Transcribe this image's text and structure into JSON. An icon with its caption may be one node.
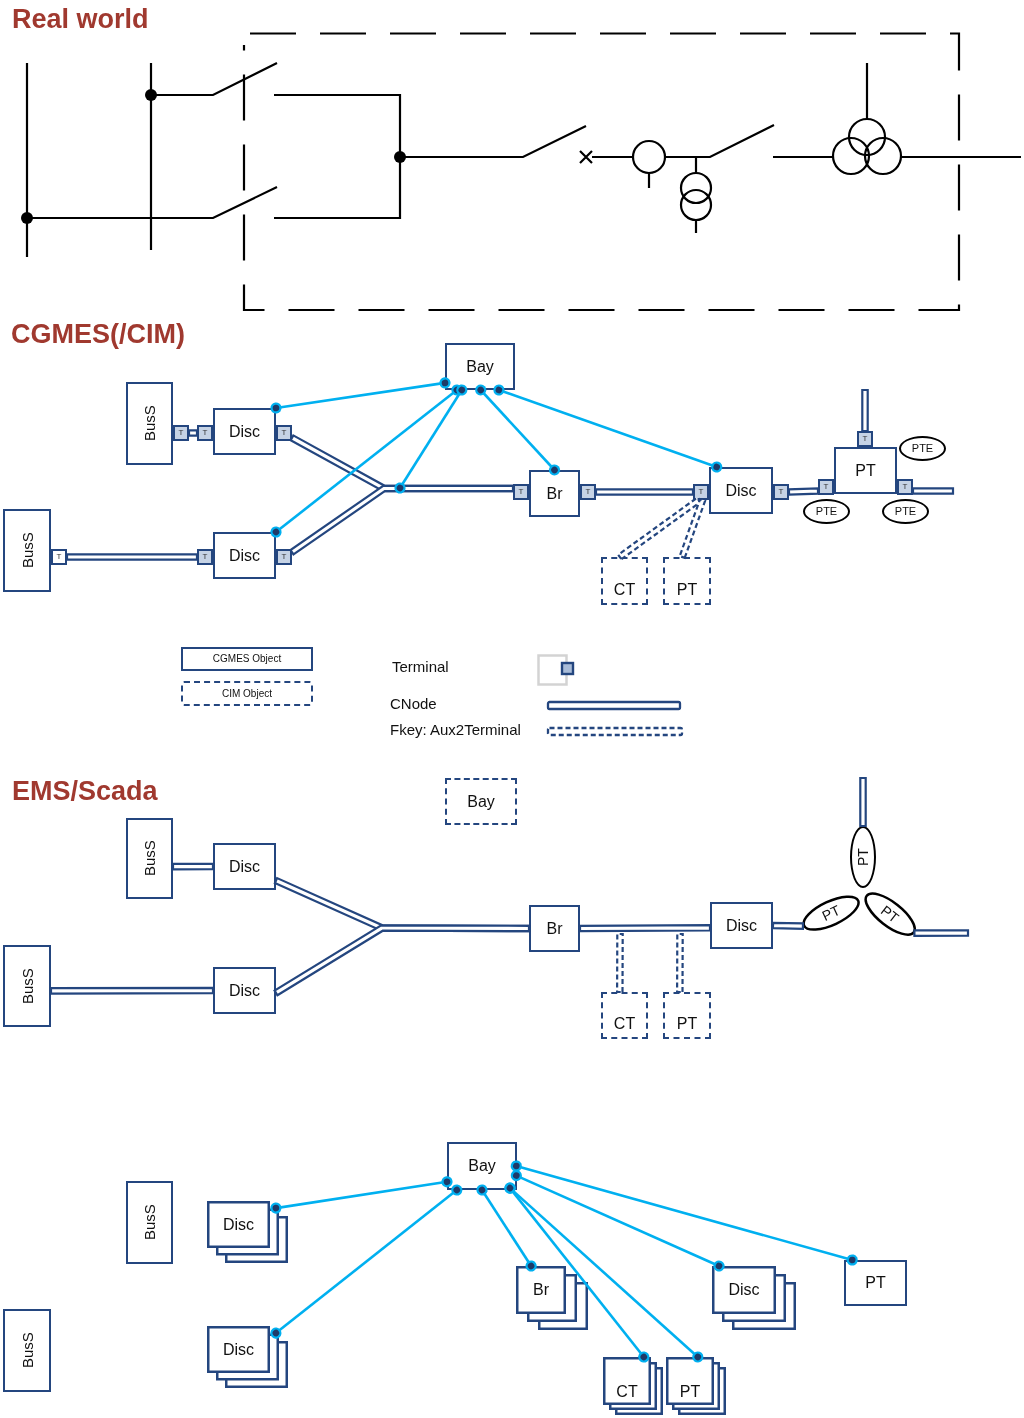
{
  "diagram": {
    "nodes": [
      {
        "text": [
          "Bay"
        ]
      },
      {
        "text": [
          "BusS"
        ]
      },
      {
        "text": [
          "T"
        ]
      },
      {
        "text": [
          "T"
        ]
      },
      {
        "text": [
          "Disc"
        ]
      },
      {
        "text": [
          "T"
        ]
      },
      {
        "text": [
          "BusS"
        ]
      },
      {
        "text": [
          "T"
        ]
      },
      {
        "text": [
          "T"
        ]
      },
      {
        "text": [
          "Disc"
        ]
      },
      {
        "text": [
          "T"
        ]
      },
      {
        "text": [
          "Br"
        ]
      },
      {
        "text": [
          "T"
        ]
      },
      {
        "text": [
          "T"
        ]
      },
      {
        "text": [
          "Disc"
        ]
      },
      {
        "text": [
          "T"
        ]
      },
      {
        "text": [
          "T"
        ]
      },
      {
        "text": [
          "PT"
        ]
      },
      {
        "text": [
          "T"
        ]
      },
      {
        "text": [
          "T"
        ]
      },
      {
        "text": [
          "T"
        ]
      },
      {
        "text": [
          "PTE"
        ]
      },
      {
        "text": [
          "PTE"
        ]
      },
      {
        "text": [
          "PTE"
        ]
      },
      {
        "text": [
          "CT"
        ]
      },
      {
        "text": [
          "PT"
        ]
      },
      {
        "text": [
          "Bay"
        ]
      },
      {
        "text": [
          "BusS"
        ]
      },
      {
        "text": [
          "Disc"
        ]
      },
      {
        "text": [
          "BusS"
        ]
      },
      {
        "text": [
          "Disc"
        ]
      },
      {
        "text": [
          "Br"
        ]
      },
      {
        "text": [
          "Disc"
        ]
      },
      {
        "text": [
          "PT"
        ]
      },
      {
        "text": [
          "PT"
        ]
      },
      {
        "text": [
          "PT"
        ]
      },
      {
        "text": [
          "CT"
        ]
      },
      {
        "text": [
          "PT"
        ]
      },
      {
        "text": [
          "Bay"
        ]
      },
      {
        "text": [
          "BusS"
        ]
      },
      {
        "text": [
          "Disc"
        ]
      },
      {
        "text": [
          "BusS"
        ]
      },
      {
        "text": [
          "Disc"
        ]
      },
      {
        "text": [
          "Br"
        ]
      },
      {
        "text": [
          "Disc"
        ]
      },
      {
        "text": [
          "PT"
        ]
      },
      {
        "text": [
          "CT"
        ]
      },
      {
        "text": [
          "PT"
        ]
      }
    ],
    "edges": [
      {
        "from": 0,
        "to": 4,
        "arrow": "other",
        "color": "#00b0f0"
      },
      {
        "from": 0,
        "to": 9,
        "arrow": "other",
        "color": "#00b0f0"
      },
      {
        "from": 0,
        "to": null,
        "arrow": "other",
        "color": "#00b0f0"
      },
      {
        "from": 0,
        "to": 11,
        "arrow": "other",
        "color": "#00b0f0"
      },
      {
        "from": 0,
        "to": 14,
        "arrow": "other",
        "color": "#00b0f0"
      },
      {
        "from": 2,
        "to": 3,
        "arrow": "none"
      },
      {
        "from": 7,
        "to": 8,
        "arrow": "none"
      },
      {
        "from": 5,
        "to": 12,
        "arrow": "none"
      },
      {
        "from": 10,
        "to": 12,
        "arrow": "none"
      },
      {
        "from": 13,
        "to": 15,
        "arrow": "none"
      },
      {
        "from": 16,
        "to": 19,
        "arrow": "none"
      },
      {
        "from": 20,
        "to": null,
        "arrow": "none"
      },
      {
        "from": null,
        "to": 18,
        "arrow": "none"
      },
      {
        "from": 24,
        "to": 15,
        "arrow": "none",
        "style": "dashed"
      },
      {
        "from": 25,
        "to": 15,
        "arrow": "none",
        "style": "dashed"
      },
      {
        "from": 27,
        "to": 28,
        "arrow": "none"
      },
      {
        "from": 29,
        "to": 30,
        "arrow": "none"
      },
      {
        "from": 28,
        "to": 31,
        "arrow": "none"
      },
      {
        "from": 30,
        "to": 31,
        "arrow": "none"
      },
      {
        "from": 31,
        "to": 32,
        "arrow": "none"
      },
      {
        "from": 36,
        "to": null,
        "arrow": "none",
        "style": "dashed"
      },
      {
        "from": 37,
        "to": null,
        "arrow": "none",
        "style": "dashed"
      },
      {
        "from": 32,
        "to": 34,
        "arrow": "none"
      },
      {
        "from": null,
        "to": 33,
        "arrow": "none"
      },
      {
        "from": 35,
        "to": null,
        "arrow": "none"
      },
      {
        "from": 38,
        "to": 40,
        "arrow": "other",
        "color": "#00b0f0"
      },
      {
        "from": 38,
        "to": 42,
        "arrow": "other",
        "color": "#00b0f0"
      },
      {
        "from": 38,
        "to": 43,
        "arrow": "other",
        "color": "#00b0f0"
      },
      {
        "from": 38,
        "to": 46,
        "arrow": "other",
        "color": "#00b0f0"
      },
      {
        "from": 38,
        "to": 47,
        "arrow": "other",
        "color": "#00b0f0"
      },
      {
        "from": 38,
        "to": 44,
        "arrow": "other",
        "color": "#00b0f0"
      },
      {
        "from": 38,
        "to": 45,
        "arrow": "other",
        "color": "#00b0f0"
      }
    ],
    "labels": [
      "Real world",
      "CGMES(/CIM)",
      "EMS/Scada"
    ],
    "legend": [
      {
        "text": "CGMES Object"
      },
      {
        "text": "CIM Object"
      },
      {
        "text": "Terminal"
      },
      {
        "text": "CNode"
      },
      {
        "text": "Fkey: Aux2Terminal"
      }
    ]
  }
}
